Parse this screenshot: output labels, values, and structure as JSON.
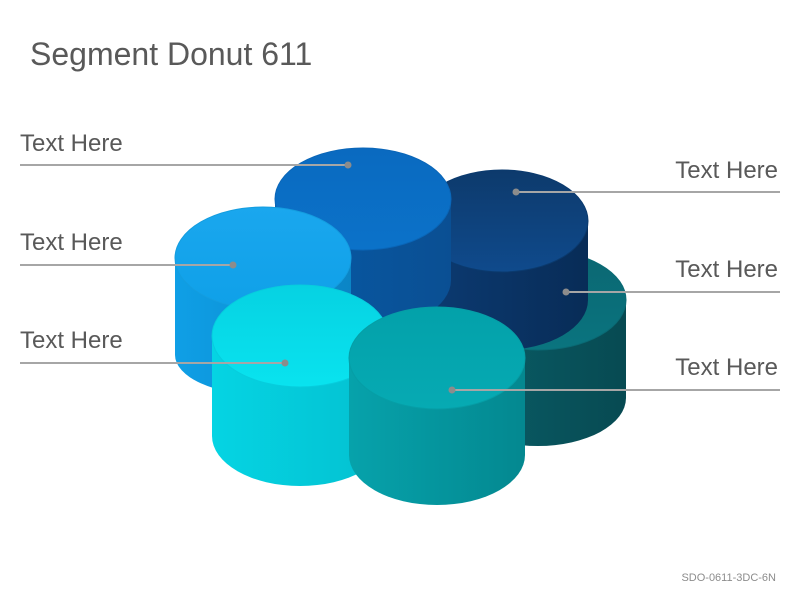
{
  "title": "Segment Donut 611",
  "code": "SDO-0611-3DC-6N",
  "labels": [
    {
      "text": "Text Here",
      "color": "#0a6fc2"
    },
    {
      "text": "Text Here",
      "color": "#0c3f78"
    },
    {
      "text": "Text Here",
      "color": "#14a6ec"
    },
    {
      "text": "Text Here",
      "color": "#0b6e79"
    },
    {
      "text": "Text Here",
      "color": "#08d8e6"
    },
    {
      "text": "Text Here",
      "color": "#06a4ad"
    }
  ],
  "colors": {
    "text": "#595959",
    "line": "#a6a6a6",
    "dot": "#8c8c8c"
  }
}
